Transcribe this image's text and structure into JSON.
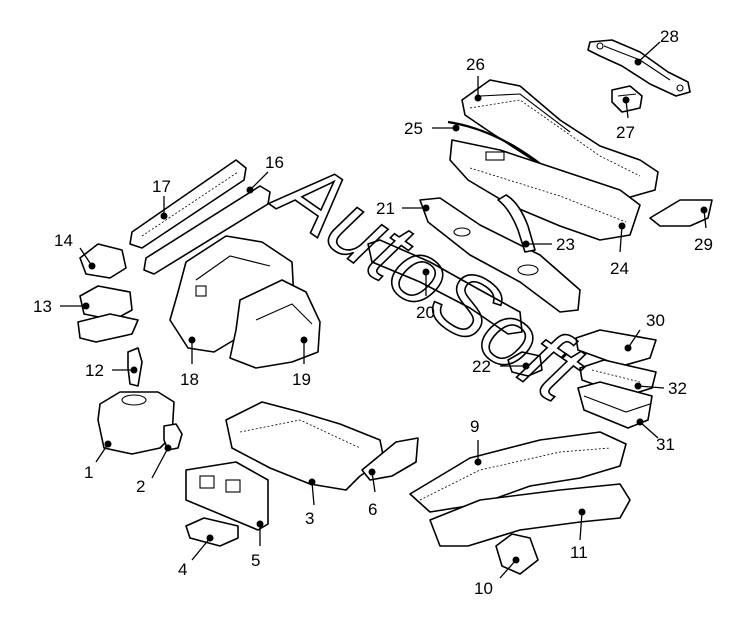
{
  "watermark": "AutoSoft",
  "callouts": {
    "c1": "1",
    "c2": "2",
    "c3": "3",
    "c4": "4",
    "c5": "5",
    "c6": "6",
    "c9": "9",
    "c10": "10",
    "c11": "11",
    "c12": "12",
    "c13": "13",
    "c14": "14",
    "c16": "16",
    "c17": "17",
    "c18": "18",
    "c19": "19",
    "c20": "20",
    "c21": "21",
    "c22": "22",
    "c23": "23",
    "c24": "24",
    "c25": "25",
    "c26": "26",
    "c27": "27",
    "c28": "28",
    "c29": "29",
    "c30": "30",
    "c31": "31",
    "c32": "32"
  }
}
